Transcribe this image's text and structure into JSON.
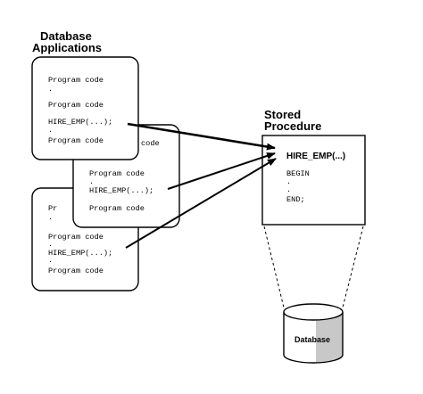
{
  "headings": {
    "applications_line1": "Database",
    "applications_line2": "Applications",
    "procedure_line1": "Stored",
    "procedure_line2": "Procedure"
  },
  "app_front": {
    "line1": "Program code",
    "dot1": ".",
    "line2": "Program code",
    "call": "HIRE_EMP(...);",
    "dot2": ".",
    "line3": "Program code"
  },
  "app_middle": {
    "line1_partial": "code",
    "line1": "Program code",
    "dot1": ".",
    "call": "HIRE_EMP(...);",
    "line2": "Program code"
  },
  "app_back": {
    "line1_partial": "Pr",
    "dot1": ".",
    "line2": "Program code",
    "dot2": ".",
    "call": "HIRE_EMP(...);",
    "dot3": ".",
    "line3": "Program code"
  },
  "procedure": {
    "name": "HIRE_EMP(...)",
    "begin": "BEGIN",
    "dot1": ".",
    "dot2": ".",
    "end": "END;"
  },
  "database": {
    "label": "Database"
  },
  "colors": {
    "stroke": "#000000",
    "box_fill": "#ffffff",
    "db_shade": "#c8c8c8"
  }
}
